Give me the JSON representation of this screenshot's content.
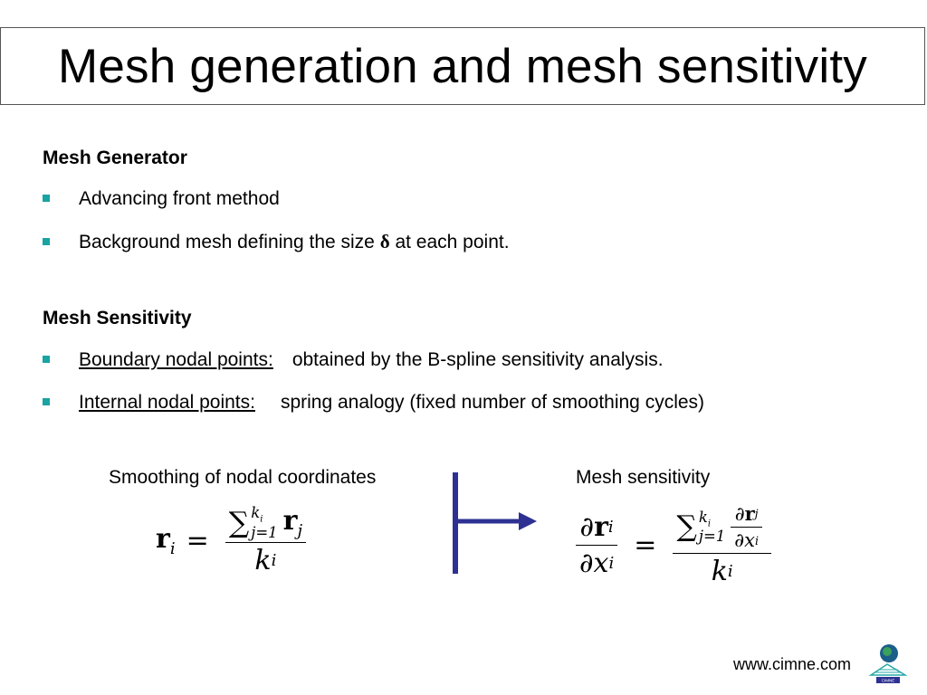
{
  "title": "Mesh generation and mesh sensitivity",
  "mesh_generator": {
    "heading": "Mesh Generator",
    "bullets": [
      {
        "text": "Advancing front method"
      },
      {
        "text_before": "Background mesh defining the size ",
        "symbol": "δ",
        "text_after": " at each point."
      }
    ]
  },
  "mesh_sensitivity": {
    "heading": "Mesh Sensitivity",
    "bullets": [
      {
        "label": "Boundary nodal points:",
        "text": "obtained by the B-spline sensitivity analysis."
      },
      {
        "label": "Internal nodal points:",
        "text": "spring analogy (fixed number of smoothing cycles)"
      }
    ]
  },
  "captions": {
    "smoothing": "Smoothing of nodal coordinates",
    "sensitivity": "Mesh sensitivity"
  },
  "formula_colors": {
    "arrow": "#2e3192",
    "bullet": "#1aa3a3"
  },
  "footer": {
    "url": "www.cimne.com",
    "logo_text": "CIMNE"
  }
}
